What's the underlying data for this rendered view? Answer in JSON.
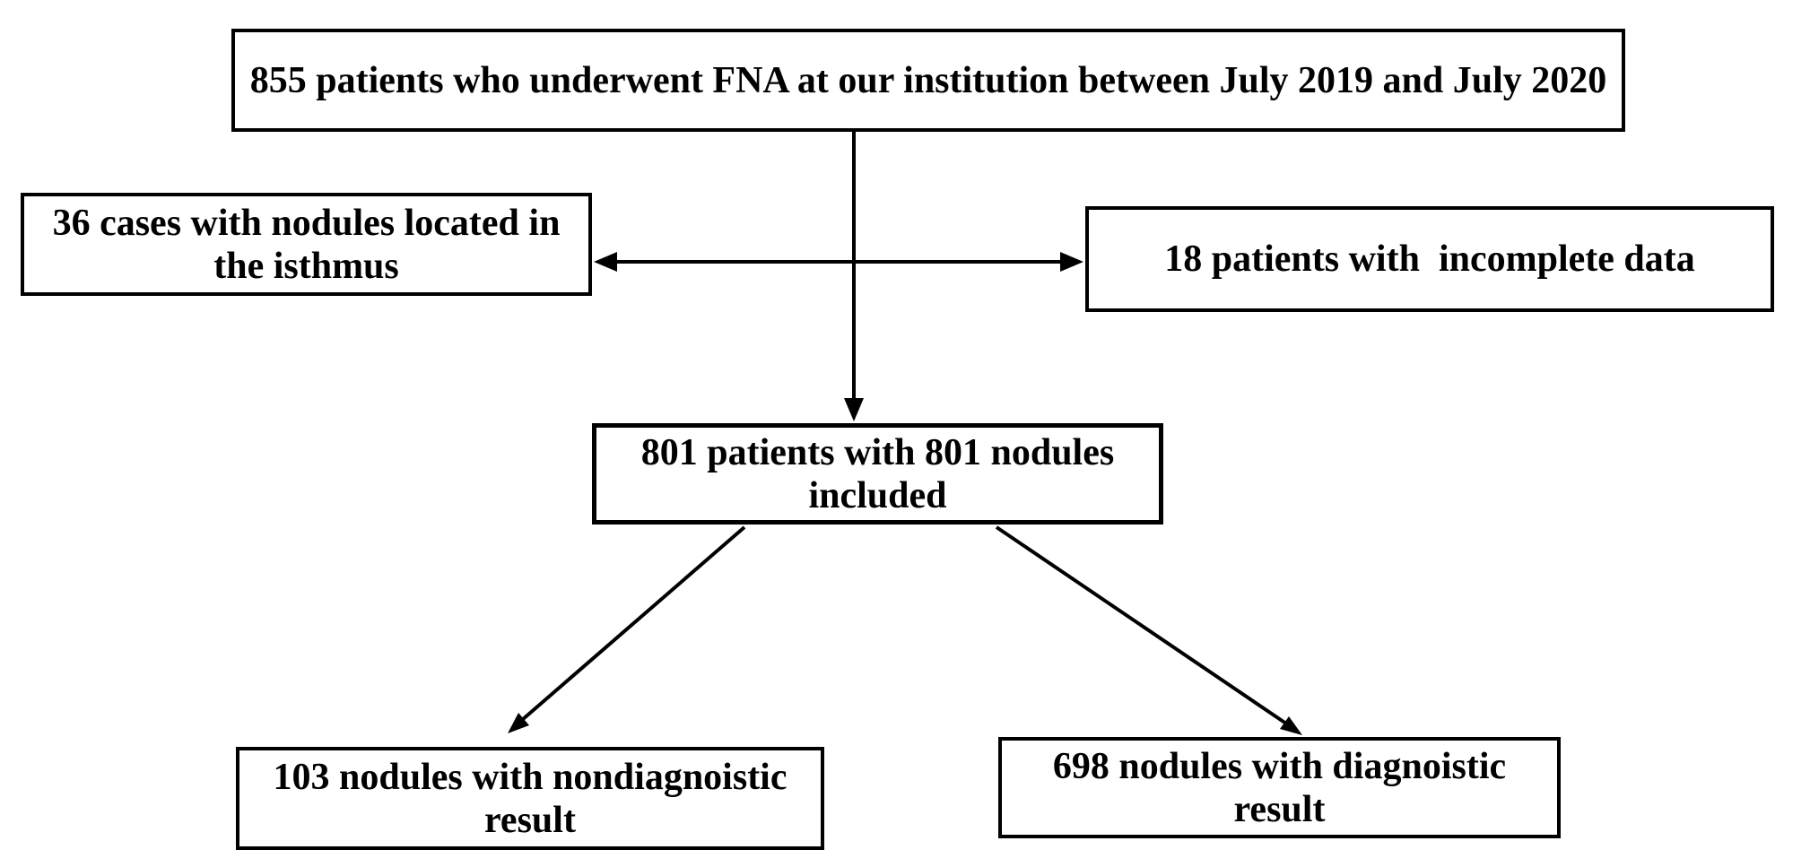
{
  "figure": {
    "type": "flowchart",
    "description": "Patient inclusion flow diagram",
    "colors": {
      "ink": "#000000",
      "paper": "#ffffff"
    },
    "nodes": {
      "top": {
        "count": "855",
        "lines": [
          "855 patients who underwent FNA at our institution between July 2019 and July 2020"
        ]
      },
      "excluded_isthmus": {
        "count": "36",
        "lines": [
          "36 cases with nodules located in",
          "the isthmus"
        ]
      },
      "excluded_incomplete": {
        "count": "18",
        "lines": [
          "18 patients with  incomplete data"
        ]
      },
      "included": {
        "count": "801",
        "lines": [
          "801 patients with 801 nodules",
          "included"
        ]
      },
      "nondiagnostic": {
        "count": "103",
        "lines": [
          "103 nodules with nondiagnoistic",
          "result"
        ]
      },
      "diagnostic": {
        "count": "698",
        "lines": [
          "698 nodules with diagnoistic",
          "result"
        ]
      }
    }
  }
}
